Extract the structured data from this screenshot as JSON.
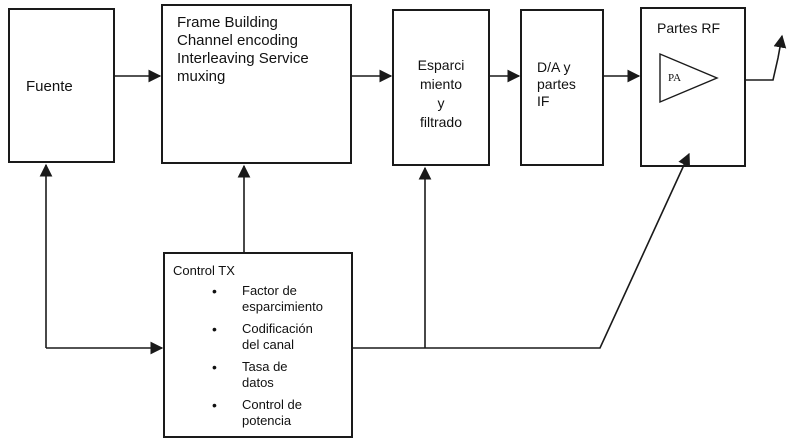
{
  "blocks": {
    "fuente": "Fuente",
    "frame": [
      "Frame Building",
      "Channel encoding",
      "Interleaving Service",
      "muxing"
    ],
    "esparci": [
      "Esparci",
      "miento",
      "y",
      "filtrado"
    ],
    "da": [
      "D/A y",
      "partes",
      "IF"
    ],
    "rf": "Partes RF",
    "pa": "PA"
  },
  "control": {
    "title": "Control TX",
    "items": [
      [
        "Factor de",
        "esparcimiento"
      ],
      [
        "Codificación",
        "del canal"
      ],
      [
        "Tasa de",
        "datos"
      ],
      [
        "Control de",
        "potencia"
      ]
    ]
  }
}
